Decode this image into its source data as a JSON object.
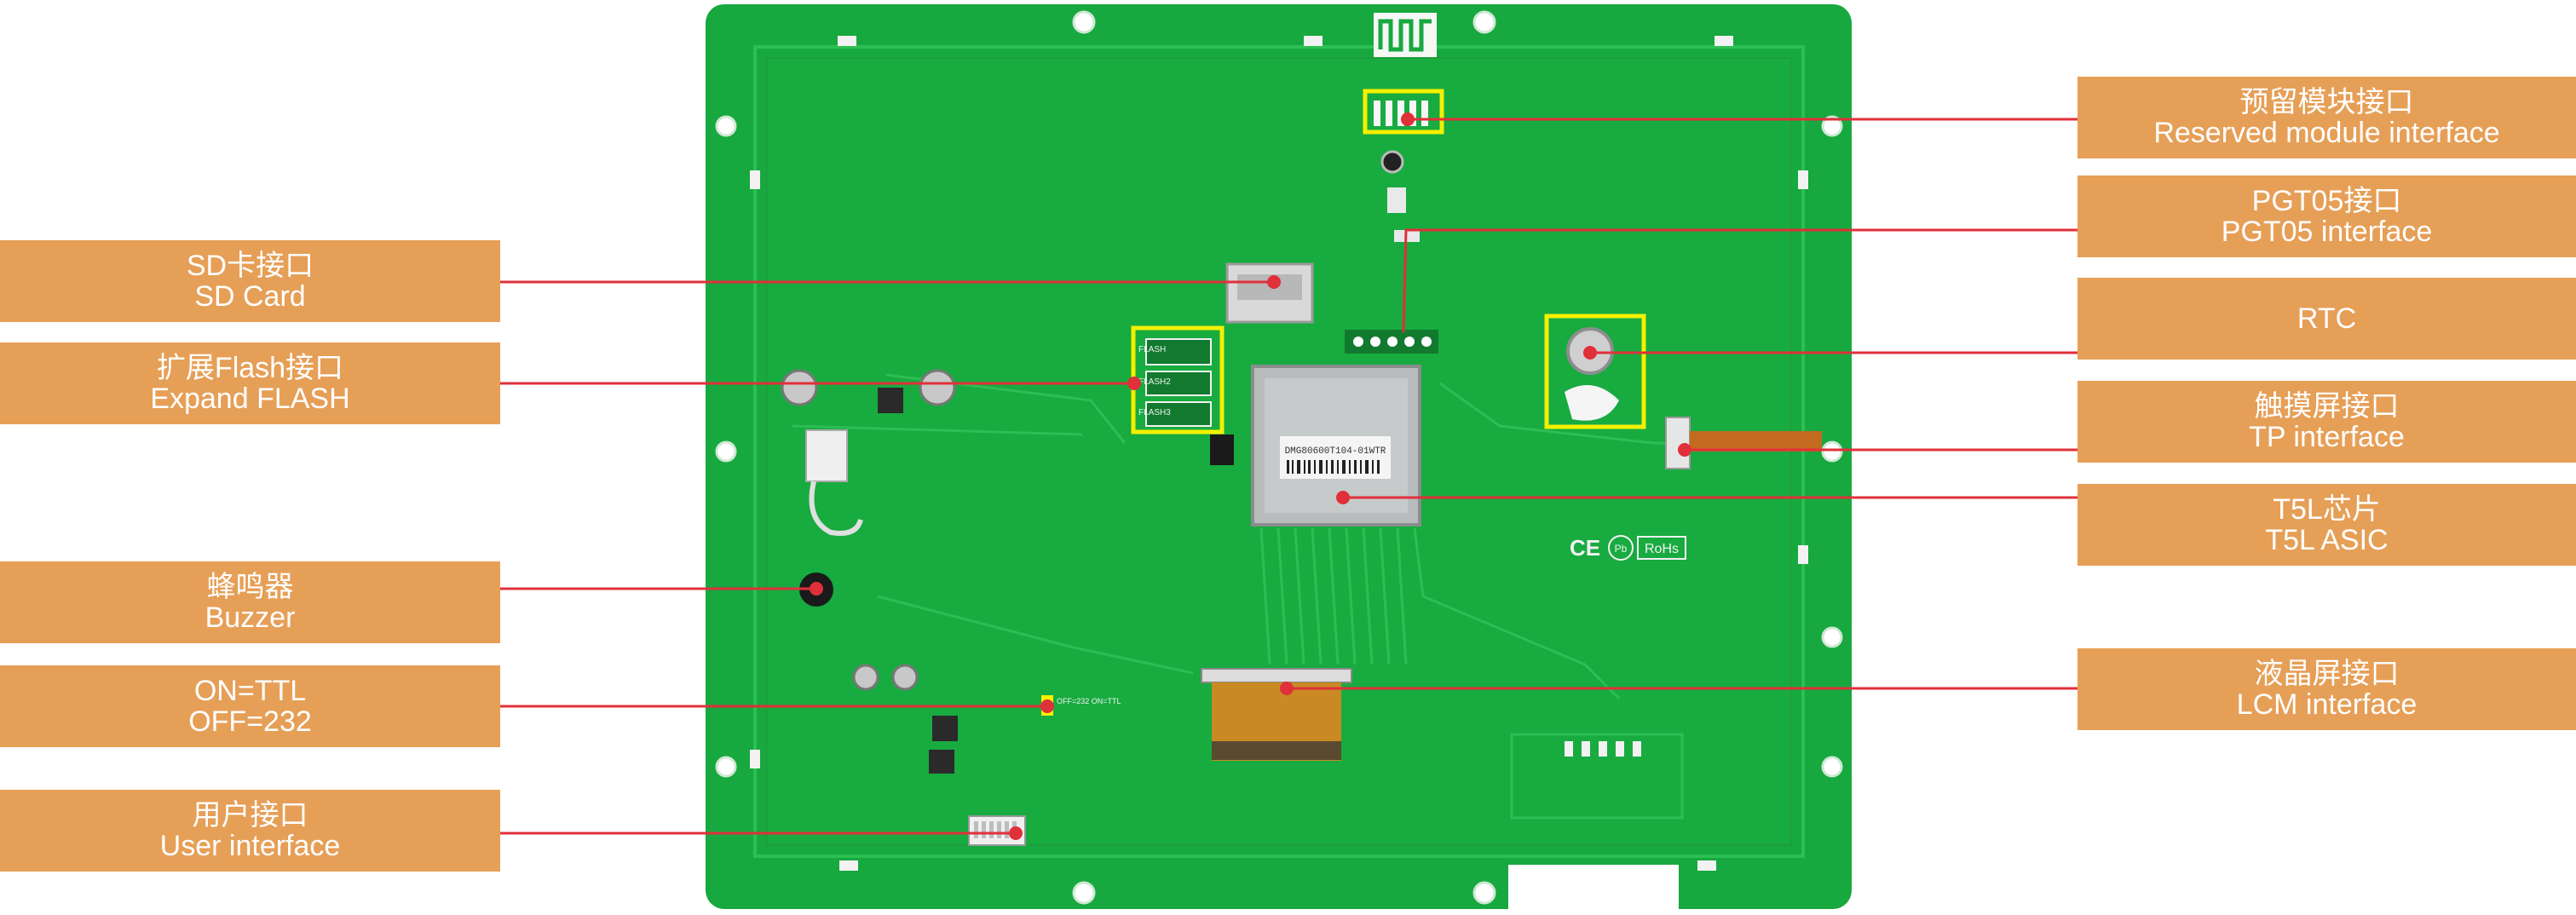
{
  "colors": {
    "label_bg": "#e69f57",
    "label_text": "#ffffff",
    "pcb_green": "#17a83f",
    "callout_line": "#e0303a",
    "highlight_box": "#f4f000"
  },
  "left_labels": [
    {
      "cn": "SD卡接口",
      "en": "SD Card"
    },
    {
      "cn": "扩展Flash接口",
      "en": "Expand FLASH"
    },
    {
      "cn": "蜂鸣器",
      "en": "Buzzer"
    },
    {
      "cn": "ON=TTL",
      "en": "OFF=232"
    },
    {
      "cn": "用户接口",
      "en": "User interface"
    }
  ],
  "right_labels": [
    {
      "cn": "预留模块接口",
      "en": "Reserved module interface"
    },
    {
      "cn": "PGT05接口",
      "en": "PGT05 interface"
    },
    {
      "cn": "RTC",
      "en": ""
    },
    {
      "cn": "触摸屏接口",
      "en": "TP interface"
    },
    {
      "cn": "T5L芯片",
      "en": "T5L ASIC"
    },
    {
      "cn": "液晶屏接口",
      "en": "LCM interface"
    }
  ],
  "board_text": {
    "chip_marking": "DMG80600T104-01WTR",
    "ce_mark": "CE",
    "pb_mark": "Pb",
    "rohs_mark": "RoHs",
    "flash_silk_1": "FLASH",
    "flash_silk_2": "FLASH2",
    "flash_silk_3": "FLASH3",
    "switch_silk": "OFF=232 ON=TTL"
  }
}
